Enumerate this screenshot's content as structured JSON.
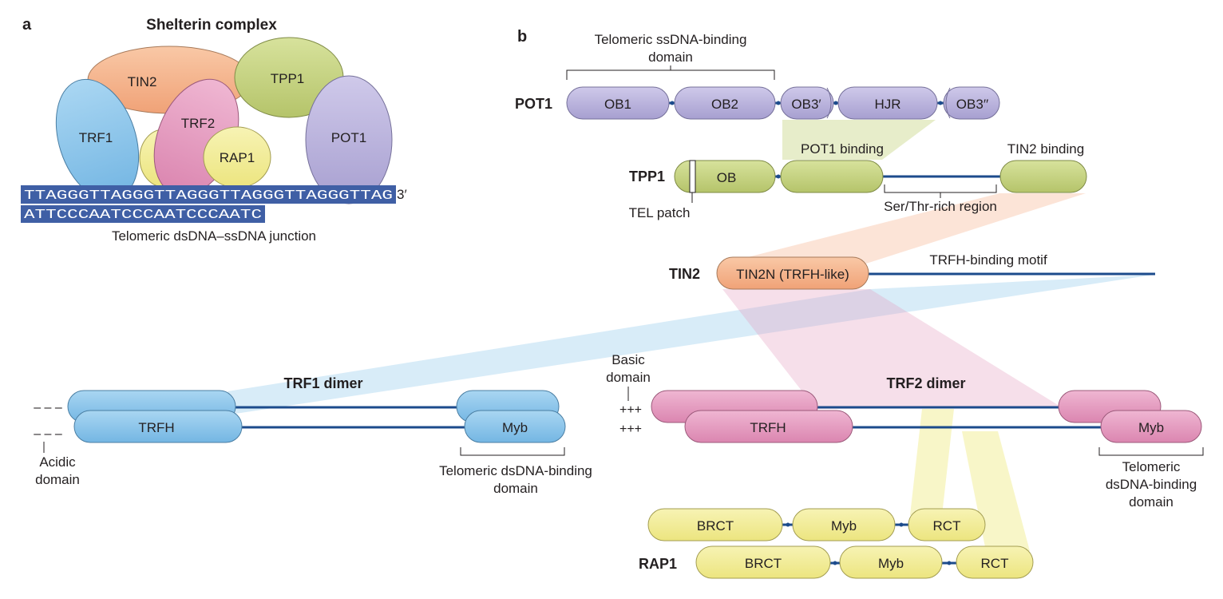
{
  "panel_a": {
    "letter": "a",
    "title": "Shelterin complex",
    "proteins": {
      "tin2": "TIN2",
      "tpp1": "TPP1",
      "trf1": "TRF1",
      "trf2": "TRF2",
      "rap1": "RAP1",
      "pot1": "POT1"
    },
    "top_strand": "TTAGGGTTAGGGTTAGGGTTAGGGTTAGGGTTAG",
    "top_strand_end": "3′",
    "bottom_strand": "ATTCCCAATCCCAATCCCAATC",
    "caption": "Telomeric dsDNA–ssDNA junction"
  },
  "panel_b": {
    "letter": "b",
    "pot1": {
      "name": "POT1",
      "domain_caption_line1": "Telomeric ssDNA-binding",
      "domain_caption_line2": "domain",
      "domains": [
        "OB1",
        "OB2",
        "OB3′",
        "HJR",
        "OB3′′"
      ]
    },
    "tpp1": {
      "name": "TPP1",
      "ob": "OB",
      "pot1_binding": "POT1 binding",
      "tin2_binding": "TIN2 binding",
      "tel_patch": "TEL patch",
      "ser_thr": "Ser/Thr-rich region"
    },
    "tin2": {
      "name": "TIN2",
      "tin2n": "TIN2N (TRFH-like)",
      "motif": "TRFH-binding motif"
    },
    "trf1": {
      "title": "TRF1 dimer",
      "trfh": "TRFH",
      "myb": "Myb",
      "dashes": "– – –",
      "acidic_line1": "Acidic",
      "acidic_line2": "domain",
      "dsdna_line1": "Telomeric dsDNA-binding",
      "dsdna_line2": "domain"
    },
    "trf2": {
      "title": "TRF2 dimer",
      "trfh": "TRFH",
      "myb": "Myb",
      "basic_line1": "Basic",
      "basic_line2": "domain",
      "plus": "+++",
      "dsdna_line1": "Telomeric",
      "dsdna_line2": "dsDNA-binding",
      "dsdna_line3": "domain"
    },
    "rap1": {
      "name": "RAP1",
      "brct": "BRCT",
      "myb": "Myb",
      "rct": "RCT"
    }
  },
  "colors": {
    "pot1": "#b9b2dc",
    "tpp1": "#c9d689",
    "tin2": "#f5b38c",
    "trf1": "#8ec8ec",
    "trf2": "#e59dc0",
    "rap1": "#f2ee9a",
    "dna": "#3f5fa5",
    "linker": "#1c4b8c"
  }
}
